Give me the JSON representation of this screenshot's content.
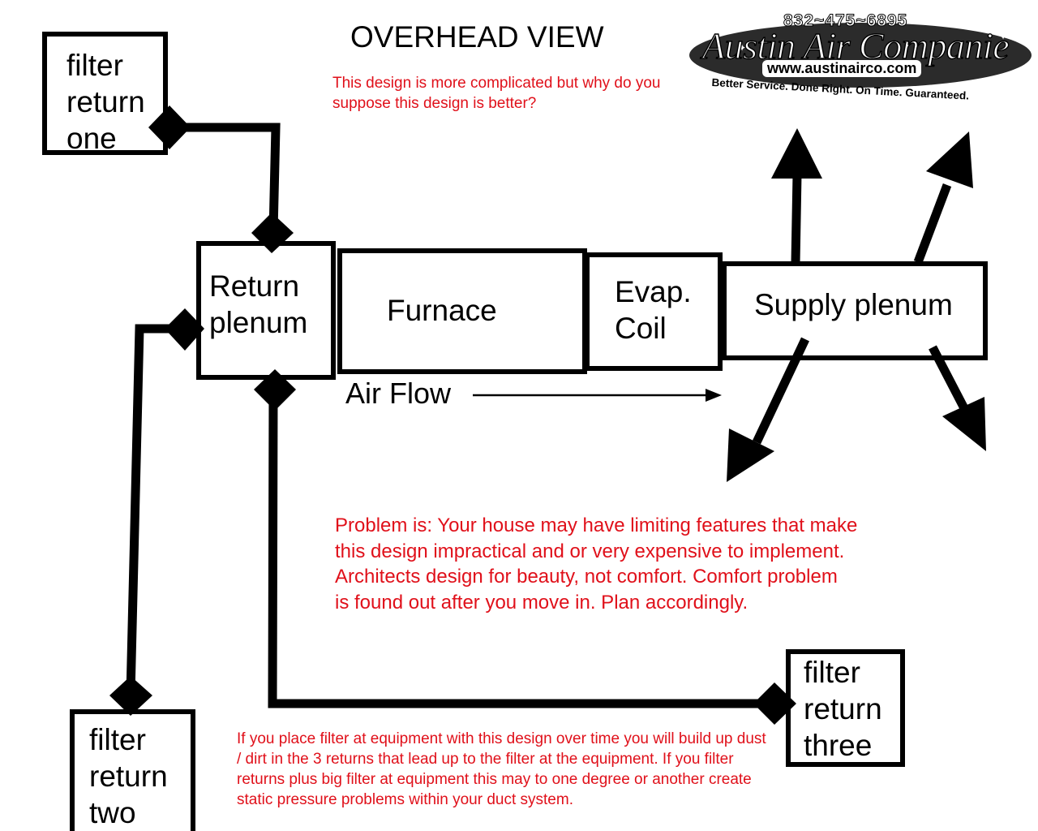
{
  "title": "OVERHEAD VIEW",
  "question": "This design is more complicated but why do you suppose this design is better?",
  "logo": {
    "phone": "832~475~6895",
    "name": "Austin Air Companie",
    "url": "www.austinairco.com",
    "slogan": "Better Service. Done Right. On Time. Guaranteed."
  },
  "filters": {
    "one": [
      "filter",
      "return",
      "one"
    ],
    "two": [
      "filter",
      "return",
      "two"
    ],
    "three": [
      "filter",
      "return",
      "three"
    ]
  },
  "components": {
    "return_plenum": [
      "Return",
      "plenum"
    ],
    "furnace": "Furnace",
    "evap_coil": [
      "Evap.",
      "Coil"
    ],
    "supply_plenum": "Supply plenum"
  },
  "air_flow": "Air Flow",
  "problem_text": [
    "Problem is: Your house may have limiting features that make",
    "this design impractical and or very expensive to implement.",
    "Architects design for beauty, not comfort. Comfort problem",
    "is found out after you move in. Plan accordingly."
  ],
  "filter_note": "If you place filter at equipment with this design over time you will build up dust / dirt in the 3 returns that lead up to the filter at the equipment. If you filter returns plus big filter at equipment this may to one degree or another create static pressure problems within your duct system.",
  "colors": {
    "annotation": "#e0101a",
    "lines": "#000000"
  }
}
